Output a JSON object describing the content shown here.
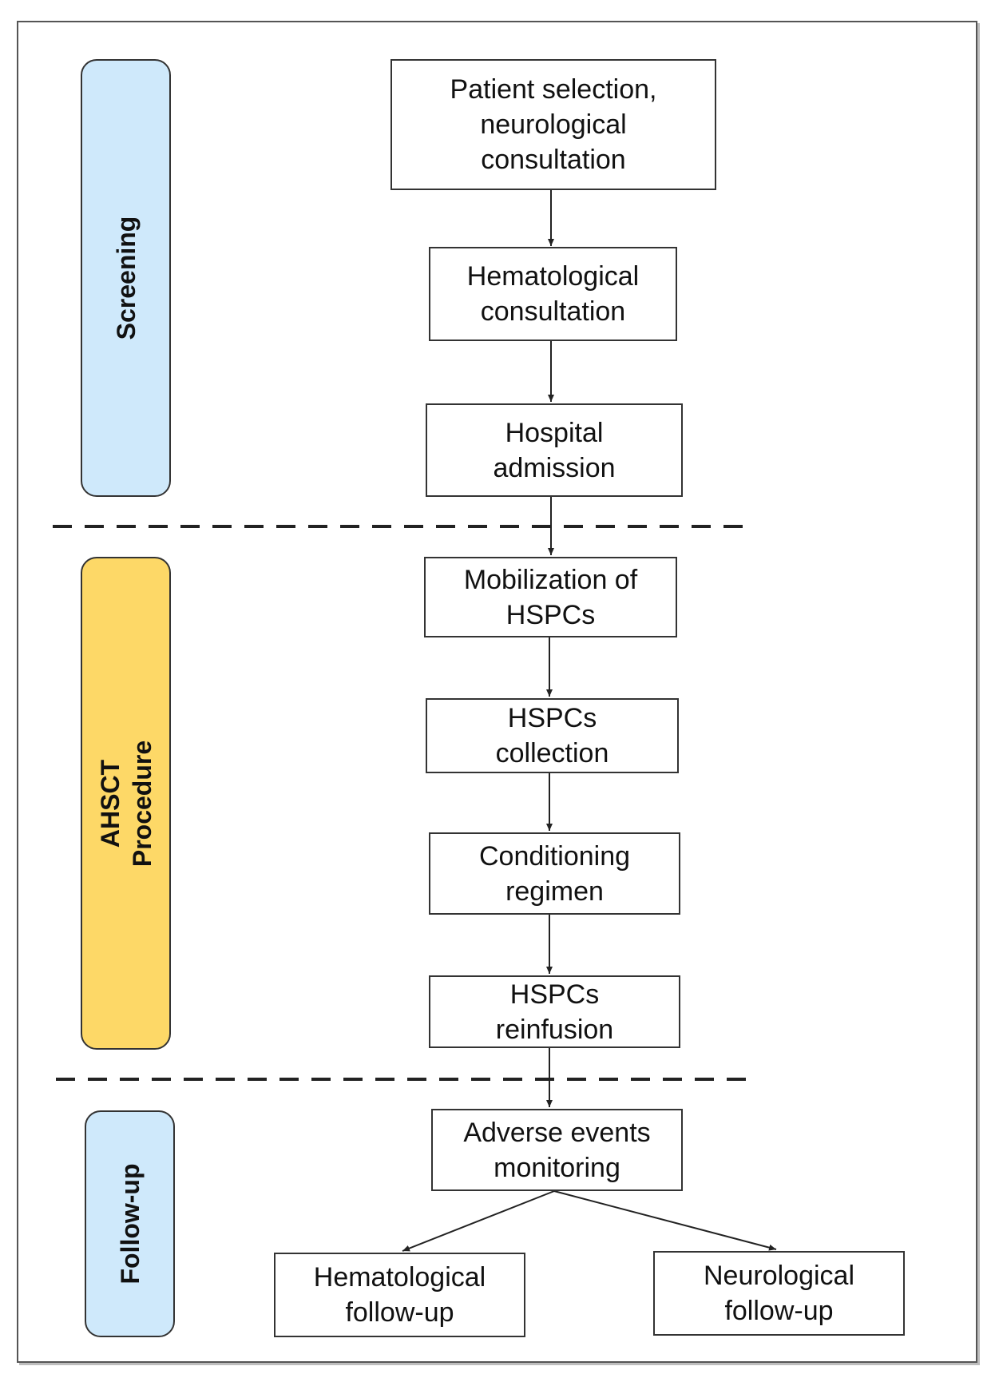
{
  "colors": {
    "screening_fill": "#cfe9fb",
    "procedure_fill": "#fdd867",
    "followup_fill": "#cfe9fb",
    "line": "#222222"
  },
  "phases": {
    "screening": {
      "label_lines": [
        "Screening"
      ]
    },
    "procedure": {
      "label_lines": [
        "AHSCT",
        "Procedure"
      ]
    },
    "followup": {
      "label_lines": [
        "Follow-up"
      ]
    }
  },
  "steps": {
    "patient_selection": {
      "lines": [
        "Patient selection,",
        "neurological",
        "consultation"
      ]
    },
    "hematological_consultation": {
      "lines": [
        "Hematological",
        "consultation"
      ]
    },
    "hospital_admission": {
      "lines": [
        "Hospital",
        "admission"
      ]
    },
    "mobilization": {
      "lines": [
        "Mobilization of",
        "HSPCs"
      ]
    },
    "collection": {
      "lines": [
        "HSPCs",
        "collection"
      ]
    },
    "conditioning": {
      "lines": [
        "Conditioning",
        "regimen"
      ]
    },
    "reinfusion": {
      "lines": [
        "HSPCs",
        "reinfusion"
      ]
    },
    "adverse_events": {
      "lines": [
        "Adverse events",
        "monitoring"
      ]
    },
    "hematological_followup": {
      "lines": [
        "Hematological",
        "follow-up"
      ]
    },
    "neurological_followup": {
      "lines": [
        "Neurological",
        "follow-up"
      ]
    }
  }
}
